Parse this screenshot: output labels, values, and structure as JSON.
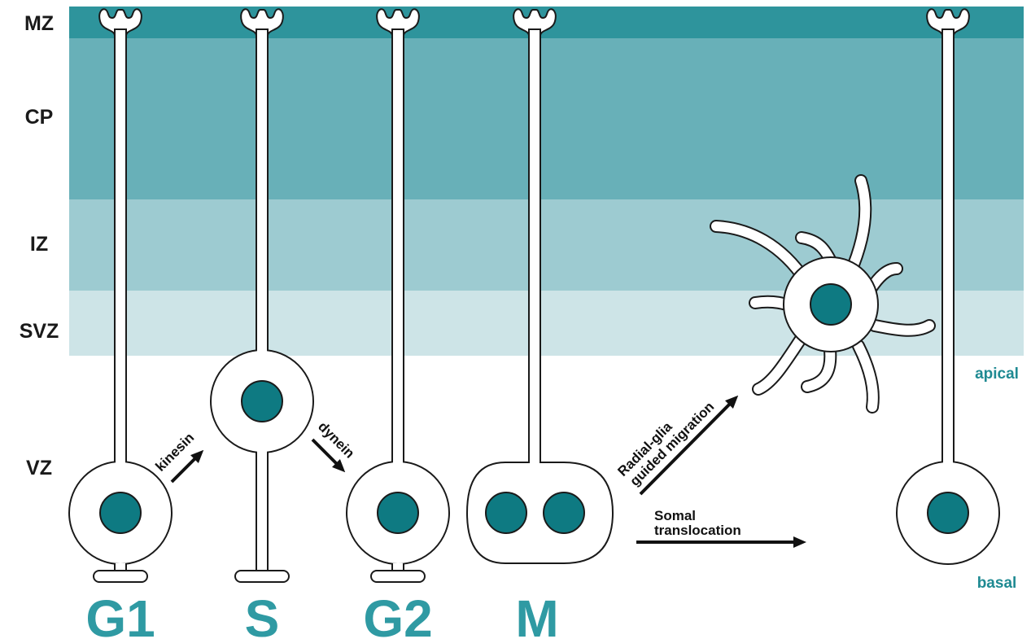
{
  "zones": [
    {
      "id": "mz",
      "label": "MZ",
      "color": "#2e949c"
    },
    {
      "id": "cp",
      "label": "CP",
      "color": "#68b0b8"
    },
    {
      "id": "iz",
      "label": "IZ",
      "color": "#9dcbd1"
    },
    {
      "id": "svz",
      "label": "SVZ",
      "color": "#cde4e7"
    },
    {
      "id": "vz",
      "label": "VZ",
      "color": "#ffffff"
    }
  ],
  "orientation": {
    "apical": "apical",
    "basal": "basal"
  },
  "phases": {
    "g1": "G1",
    "s": "S",
    "g2": "G2",
    "m": "M"
  },
  "arrows": {
    "kinesin": "kinesin",
    "dynein": "dynein",
    "radial_line1": "Radial-glia",
    "radial_line2": "guided migration",
    "somal_line1": "Somal",
    "somal_line2": "translocation"
  },
  "colors": {
    "accent": "#1f8a92",
    "nucleus": "#0e7a82",
    "text": "#1a1a1a"
  }
}
